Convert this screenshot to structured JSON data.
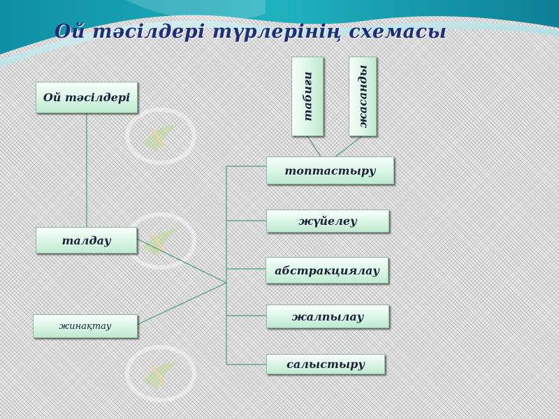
{
  "title": "Ой тәсілдері түрлерінің схемасы",
  "nodes": {
    "root": "Ой тәсілдері",
    "taldau": "талдау",
    "zhinaqtau": "жинақтау",
    "toptastyru": "топтастыру",
    "zhuieleu": "жүйелеу",
    "abstraktsiialau": "абстракциялау",
    "zhalpylau": "жалпылау",
    "salystyru": "салыстыру",
    "tabigi": "табиғи",
    "zhasandy": "жасанды"
  },
  "colors": {
    "title": "#1e2f7a",
    "box_light": "#f9fffc",
    "box_dark": "#bfead0",
    "banner": "#1aa7b4",
    "line": "#4f9a86"
  },
  "icons": [
    "bird-watermark-icon"
  ]
}
